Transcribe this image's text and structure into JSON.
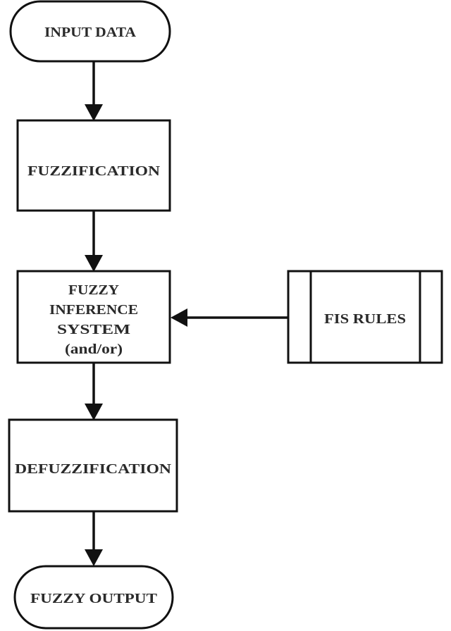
{
  "nodes": {
    "input": {
      "label": "INPUT DATA"
    },
    "fuzzification": {
      "label": "FUZZIFICATION"
    },
    "inference": {
      "lines": [
        "FUZZY",
        "INFERENCE",
        "SYSTEM",
        "(and/or)"
      ]
    },
    "rules": {
      "label": "FIS RULES"
    },
    "defuzzification": {
      "label": "DEFUZZIFICATION"
    },
    "output": {
      "label": "FUZZY OUTPUT"
    }
  },
  "edges": [
    {
      "from": "input",
      "to": "fuzzification"
    },
    {
      "from": "fuzzification",
      "to": "inference"
    },
    {
      "from": "rules",
      "to": "inference"
    },
    {
      "from": "inference",
      "to": "defuzzification"
    },
    {
      "from": "defuzzification",
      "to": "output"
    }
  ]
}
